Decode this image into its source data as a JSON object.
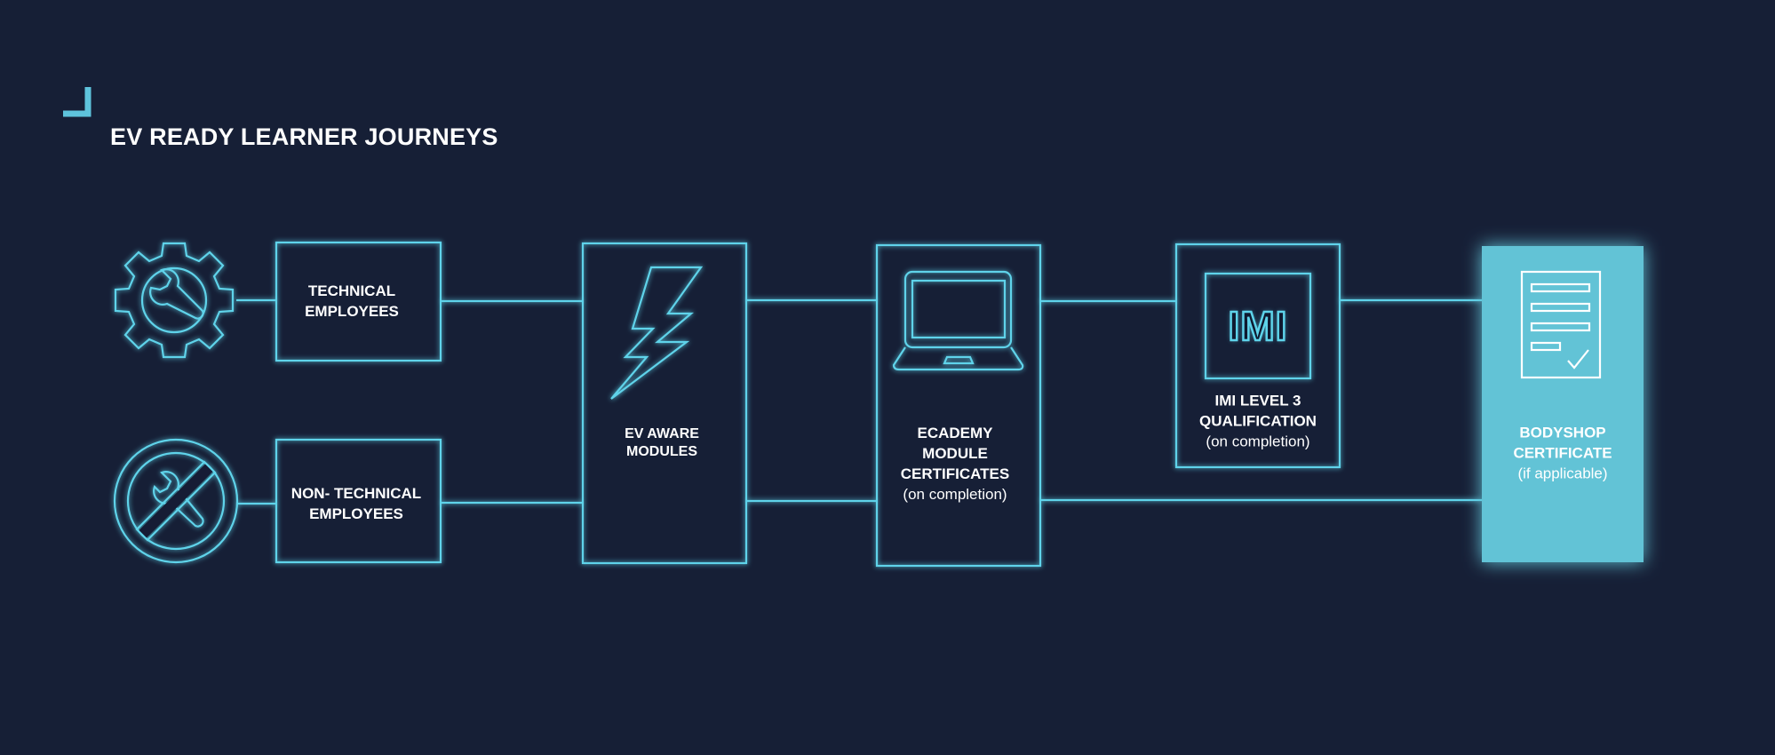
{
  "title": "EV READY LEARNER JOURNEYS",
  "nodes": {
    "technical": {
      "line1": "TECHNICAL",
      "line2": "EMPLOYEES"
    },
    "non_technical": {
      "line1": "NON- TECHNICAL",
      "line2": "EMPLOYEES"
    },
    "ev_aware": {
      "line1": "EV AWARE",
      "line2": "MODULES"
    },
    "ecademy": {
      "line1": "ECADEMY",
      "line2": "MODULE",
      "line3": "CERTIFICATES",
      "note": "(on completion)"
    },
    "imi": {
      "badge": "IMI",
      "line1": "IMI LEVEL 3",
      "line2": "QUALIFICATION",
      "note": "(on completion)"
    },
    "bodyshop": {
      "line1": "BODYSHOP",
      "line2": "CERTIFICATE",
      "note": "(if applicable)"
    }
  },
  "icons": {
    "technical": "gear-wrench-icon",
    "non_technical": "no-wrench-icon",
    "ev_aware": "lightning-bolt-icon",
    "ecademy": "laptop-icon",
    "imi": "imi-badge-icon",
    "bodyshop": "certificate-document-icon",
    "corner": "corner-bracket-icon"
  },
  "colors": {
    "background": "#161f36",
    "accent": "#5ed3ea",
    "highlight_fill": "#62c3d6"
  }
}
